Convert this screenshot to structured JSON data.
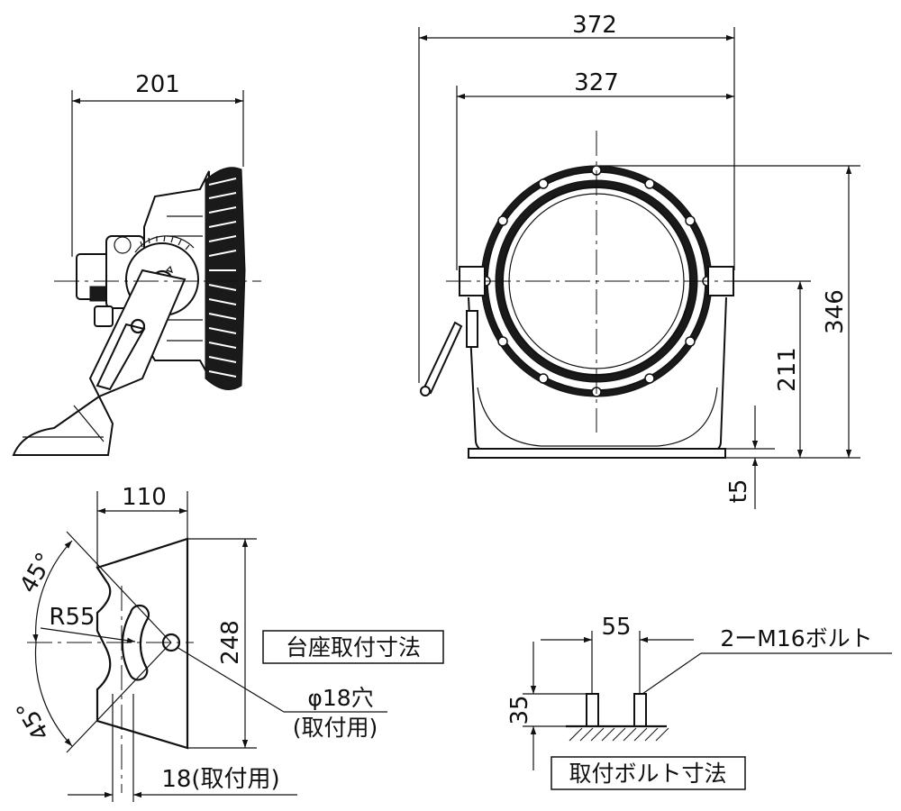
{
  "colors": {
    "line": "#111111",
    "background": "#ffffff",
    "fin": "#1a1a1a"
  },
  "side_view": {
    "width_dim": "201"
  },
  "front_view": {
    "overall_width_dim": "372",
    "inner_width_dim": "327",
    "height_dim": "346",
    "center_height_dim": "211",
    "thickness_dim": "t5"
  },
  "base_mount": {
    "width_dim": "110",
    "height_dim": "248",
    "radius_dim": "R55",
    "angle_top": "45°",
    "angle_bottom": "45°",
    "hole_label_1": "φ18穴",
    "hole_label_2": "(取付用)",
    "offset_dim": "18(取付用)",
    "title": "台座取付寸法"
  },
  "bolt_mount": {
    "spacing_dim": "55",
    "height_dim": "35",
    "bolt_label": "2ーM16ボルト",
    "title": "取付ボルト寸法"
  }
}
